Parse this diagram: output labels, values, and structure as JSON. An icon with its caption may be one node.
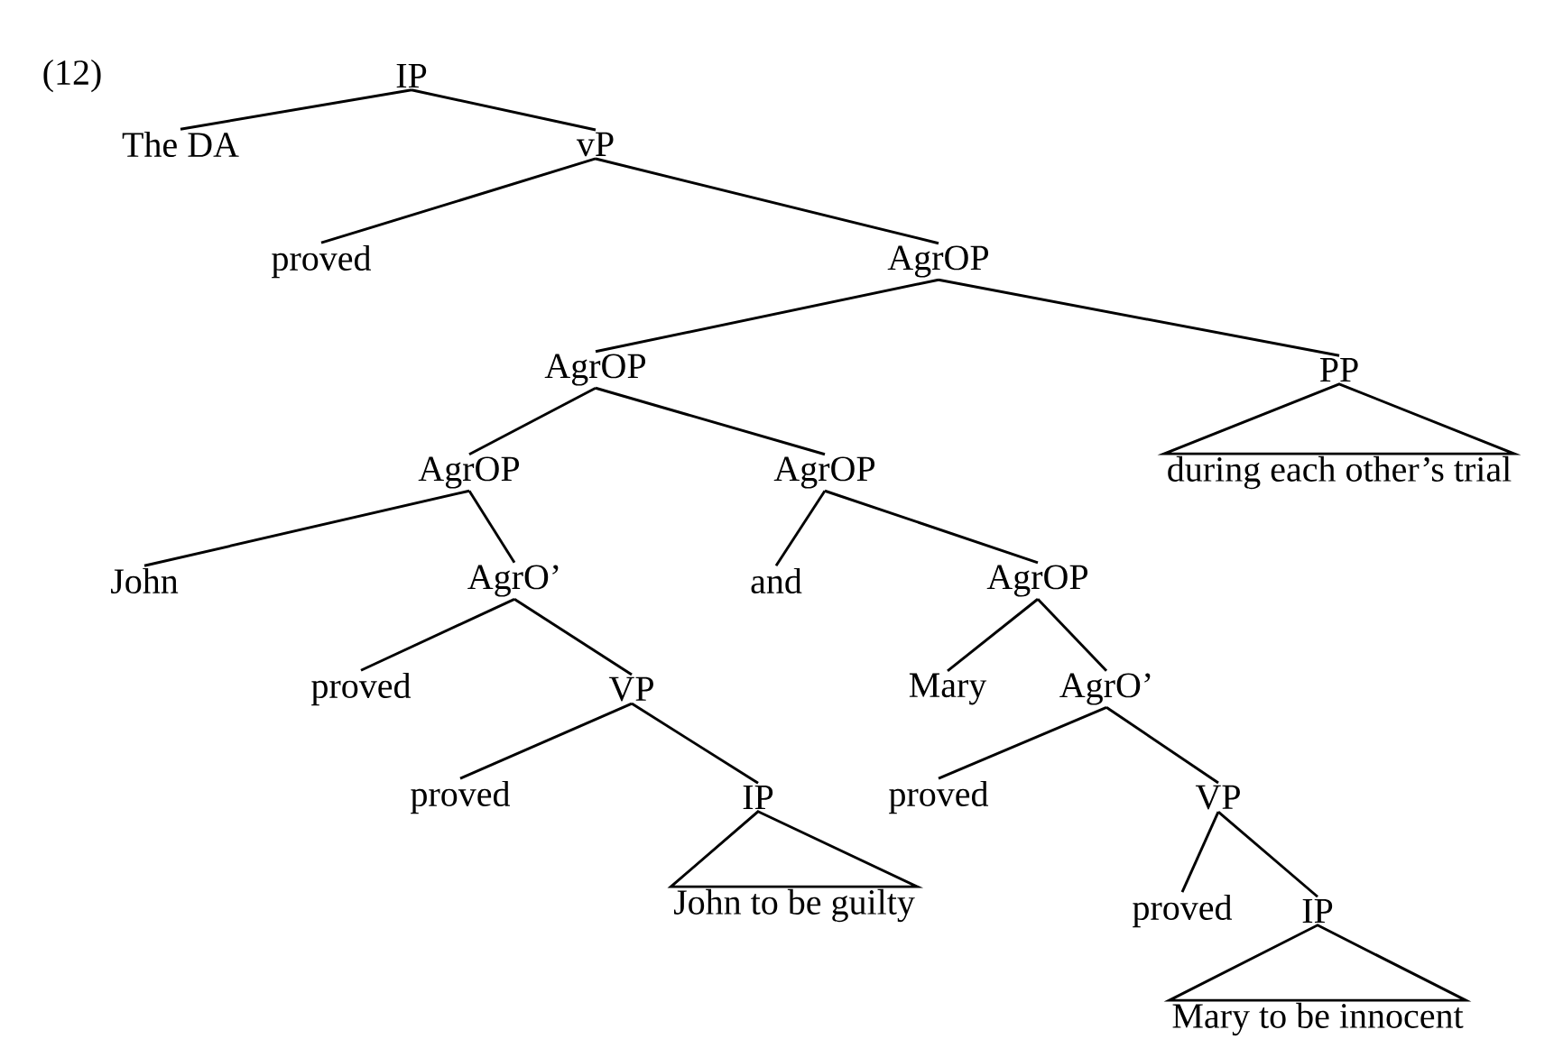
{
  "diagram": {
    "nodes": [
      {
        "text": [
          "IP"
        ]
      },
      {
        "text": [
          "The DA"
        ]
      },
      {
        "text": [
          "vP"
        ]
      },
      {
        "text": [
          "proved"
        ]
      },
      {
        "text": [
          "AgrOP"
        ]
      },
      {
        "text": [
          "AgrOP"
        ]
      },
      {
        "text": [
          "PP"
        ]
      },
      {
        "text": [
          "during each other’s trial"
        ]
      },
      {
        "text": [
          "AgrOP"
        ]
      },
      {
        "text": [
          "AgrOP"
        ]
      },
      {
        "text": [
          "John"
        ]
      },
      {
        "text": [
          "AgrO’"
        ]
      },
      {
        "text": [
          "and"
        ]
      },
      {
        "text": [
          "AgrOP"
        ]
      },
      {
        "text": [
          "proved"
        ]
      },
      {
        "text": [
          "VP"
        ]
      },
      {
        "text": [
          "Mary"
        ]
      },
      {
        "text": [
          "AgrO’"
        ]
      },
      {
        "text": [
          "proved"
        ]
      },
      {
        "text": [
          "IP"
        ]
      },
      {
        "text": [
          "proved"
        ]
      },
      {
        "text": [
          "VP"
        ]
      },
      {
        "text": [
          "John to be guilty"
        ]
      },
      {
        "text": [
          "proved"
        ]
      },
      {
        "text": [
          "IP"
        ]
      },
      {
        "text": [
          "Mary to be innocent"
        ]
      }
    ],
    "edges": [
      {
        "from": 0,
        "to": 1,
        "arrow": "none"
      },
      {
        "from": 0,
        "to": 2,
        "arrow": "none"
      },
      {
        "from": 2,
        "to": 3,
        "arrow": "none"
      },
      {
        "from": 2,
        "to": 4,
        "arrow": "none"
      },
      {
        "from": 4,
        "to": 5,
        "arrow": "none"
      },
      {
        "from": 4,
        "to": 6,
        "arrow": "none"
      },
      {
        "from": 6,
        "to": 7,
        "arrow": "none"
      },
      {
        "from": 5,
        "to": 8,
        "arrow": "none"
      },
      {
        "from": 5,
        "to": 9,
        "arrow": "none"
      },
      {
        "from": 8,
        "to": 10,
        "arrow": "none"
      },
      {
        "from": 8,
        "to": 11,
        "arrow": "none"
      },
      {
        "from": 9,
        "to": 12,
        "arrow": "none"
      },
      {
        "from": 9,
        "to": 13,
        "arrow": "none"
      },
      {
        "from": 11,
        "to": 14,
        "arrow": "none"
      },
      {
        "from": 11,
        "to": 15,
        "arrow": "none"
      },
      {
        "from": 13,
        "to": 16,
        "arrow": "none"
      },
      {
        "from": 13,
        "to": 17,
        "arrow": "none"
      },
      {
        "from": 15,
        "to": 18,
        "arrow": "none"
      },
      {
        "from": 15,
        "to": 19,
        "arrow": "none"
      },
      {
        "from": 17,
        "to": 20,
        "arrow": "none"
      },
      {
        "from": 17,
        "to": 21,
        "arrow": "none"
      },
      {
        "from": 19,
        "to": 22,
        "arrow": "none"
      },
      {
        "from": 21,
        "to": 23,
        "arrow": "none"
      },
      {
        "from": 21,
        "to": 24,
        "arrow": "none"
      },
      {
        "from": 24,
        "to": 25,
        "arrow": "none"
      }
    ],
    "labels": [
      "(12)"
    ]
  }
}
